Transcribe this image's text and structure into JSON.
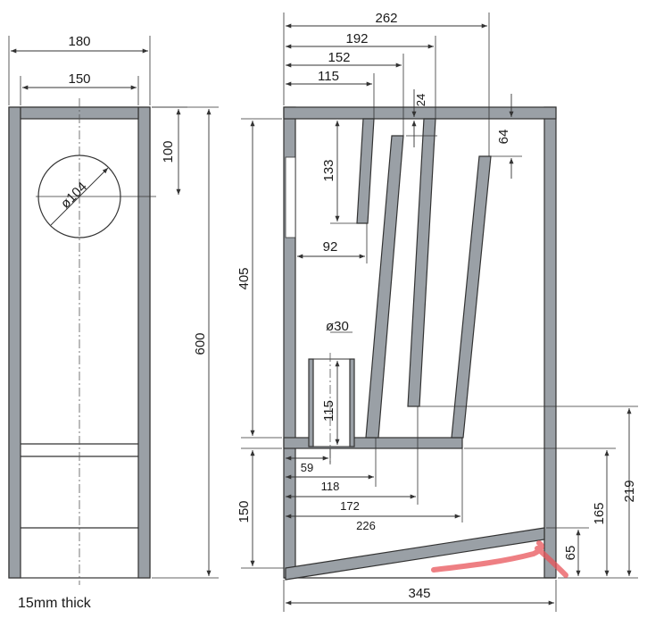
{
  "front_view": {
    "width_outer": "180",
    "width_inner": "150",
    "driver_offset": "100",
    "height": "600",
    "driver_diameter": "ø104",
    "thickness_note": "15mm thick"
  },
  "side_view": {
    "depth_262": "262",
    "depth_192": "192",
    "depth_152": "152",
    "depth_115": "115",
    "gap_24": "24",
    "gap_64": "64",
    "height_133": "133",
    "width_92": "92",
    "height_405": "405",
    "port_diameter": "ø30",
    "port_length": "115",
    "offset_59": "59",
    "offset_118": "118",
    "offset_172": "172",
    "offset_226": "226",
    "height_150": "150",
    "height_219": "219",
    "height_165": "165",
    "height_65": "65",
    "depth_345": "345"
  },
  "annotation_color": "#e8545a"
}
